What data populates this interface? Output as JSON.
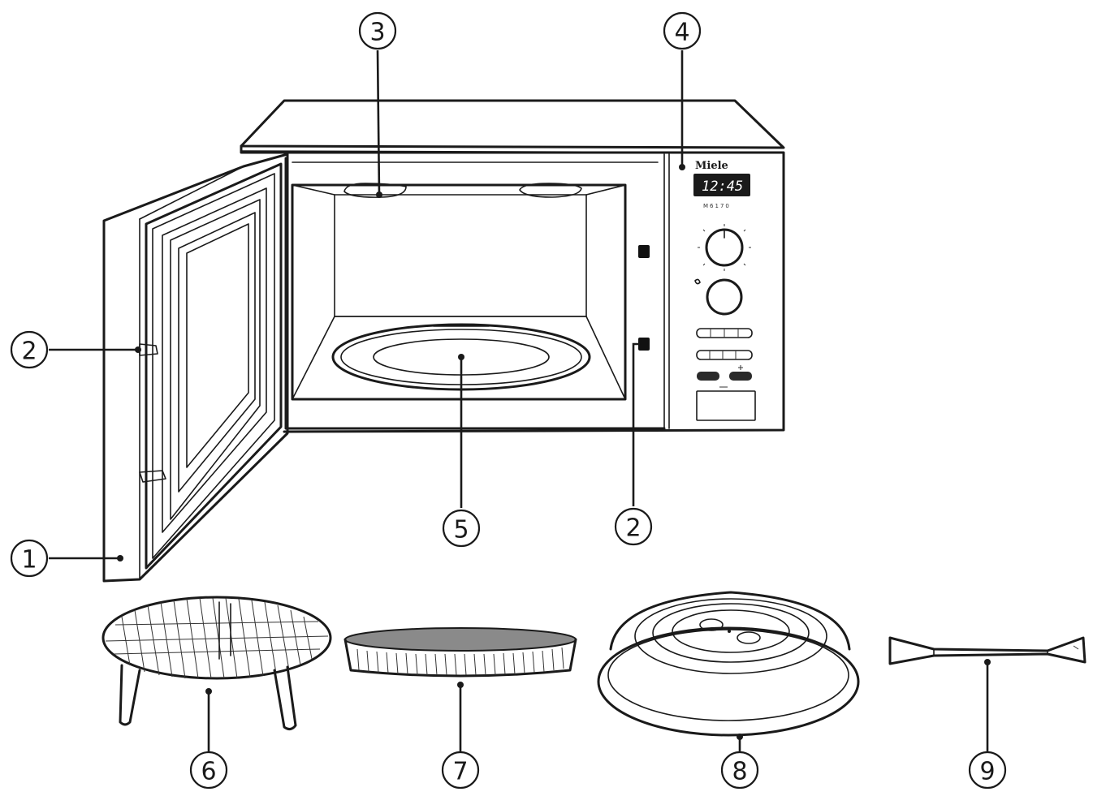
{
  "control_panel": {
    "brand": "Miele",
    "display_time": "12:45",
    "model": "M6170"
  },
  "callouts": [
    {
      "id": "door-callout",
      "label": "1"
    },
    {
      "id": "door-hinge-callout",
      "label": "2"
    },
    {
      "id": "interior-lamp-callout",
      "label": "3"
    },
    {
      "id": "control-panel-callout",
      "label": "4"
    },
    {
      "id": "turntable-callout",
      "label": "5"
    },
    {
      "id": "door-catch-callout",
      "label": "2"
    },
    {
      "id": "rack-callout",
      "label": "6"
    },
    {
      "id": "baking-tin-callout",
      "label": "7"
    },
    {
      "id": "cover-callout",
      "label": "8"
    },
    {
      "id": "lifter-callout",
      "label": "9"
    }
  ]
}
